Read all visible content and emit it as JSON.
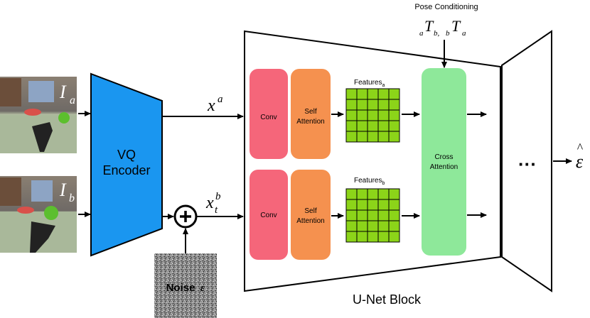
{
  "inputs": {
    "image_a": {
      "label": "I",
      "subscript": "a"
    },
    "image_b": {
      "label": "I",
      "subscript": "b"
    }
  },
  "encoder": {
    "line1": "VQ",
    "line2": "Encoder"
  },
  "latents": {
    "xa": {
      "base": "x",
      "sup": "a"
    },
    "xb": {
      "base": "x",
      "sub": "t",
      "sup": "b"
    }
  },
  "noise": {
    "label": "Noise",
    "symbol": "ε"
  },
  "pose": {
    "title": "Pose Conditioning",
    "formula": {
      "s1": "a",
      "t1": "T",
      "s2": "b, ",
      "s3": "b",
      "t2": "T",
      "s4": "a"
    }
  },
  "unet": {
    "title": "U-Net Block",
    "conv_label": "Conv",
    "self_attn_line1": "Self",
    "self_attn_line2": "Attention",
    "features_a": {
      "base": "Features",
      "sub": "a"
    },
    "features_b": {
      "base": "Features",
      "sub": "b"
    },
    "cross_attn_line1": "Cross",
    "cross_attn_line2": "Attention"
  },
  "ellipsis": "···",
  "output": {
    "symbol": "ε",
    "hat": "^"
  },
  "colors": {
    "encoder": "#1a96f0",
    "conv": "#f5667a",
    "self_attention": "#f5914f",
    "cross_attention": "#8ee89a",
    "feature_grid": "#8cd419",
    "noise_bg": "#8a8a8a"
  }
}
